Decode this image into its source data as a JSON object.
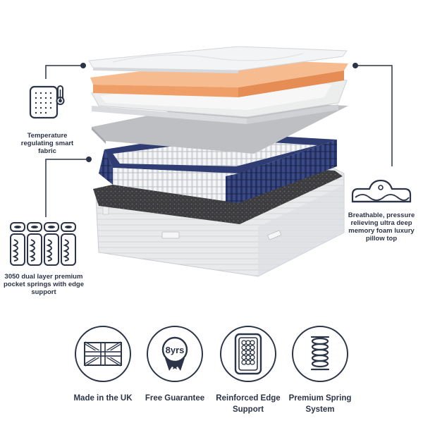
{
  "callouts": {
    "temperature": "Temperature regulating smart fabric",
    "pillow_top": "Breathable, pressure relieving ultra deep memory foam luxury pillow top",
    "springs": "3050 dual layer premium pocket springs with edge support"
  },
  "badges": [
    {
      "label": "Made in the UK",
      "icon": "union-flag-icon"
    },
    {
      "label": "Free Guarantee",
      "icon": "guarantee-rosette-icon",
      "value": "8yrs"
    },
    {
      "label": "Reinforced Edge Support",
      "icon": "spring-grid-icon"
    },
    {
      "label": "Premium Spring System",
      "icon": "coil-spring-icon"
    }
  ],
  "colors": {
    "navy": "#2c3447",
    "foam_orange": "#f0a777",
    "spring_blue": "#2d3b6e",
    "felt_dark": "#3b3b3d",
    "fabric_grey": "#e8e9eb"
  }
}
